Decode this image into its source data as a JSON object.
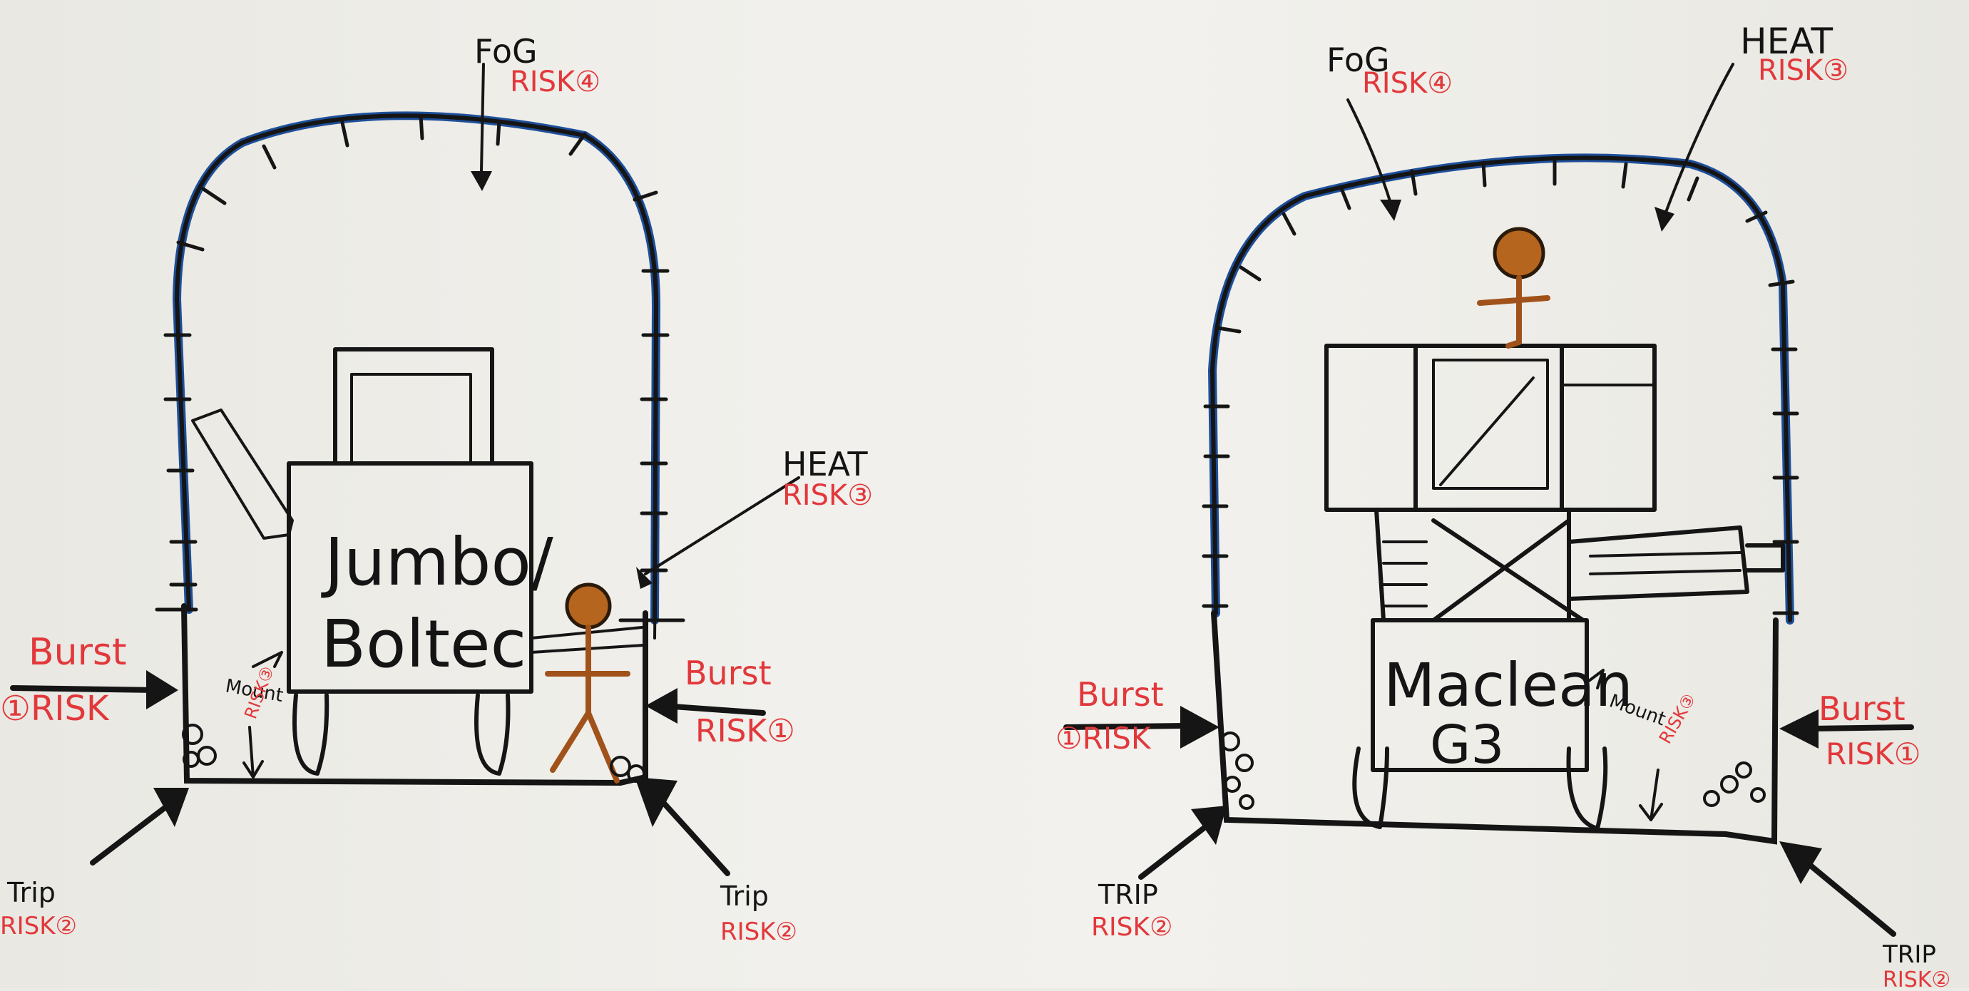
{
  "diagrams": [
    {
      "machine": {
        "line1": "Jumbo/",
        "line2": "Boltec"
      },
      "labels": {
        "fog_title": "FoG",
        "fog_risk": "RISK④",
        "heat_title": "HEAT",
        "heat_risk": "RISK③",
        "burst_left_title": "Burst",
        "burst_left_risk": "①RISK",
        "burst_right_title": "Burst",
        "burst_right_risk": "RISK①",
        "trip_left_title": "Trip",
        "trip_left_risk": "RISK②",
        "trip_right_title": "Trip",
        "trip_right_risk": "RISK②",
        "mount_title": "Mount",
        "mount_risk": "RISK③"
      }
    },
    {
      "machine": {
        "line1": "Maclean",
        "line2": "G3"
      },
      "labels": {
        "fog_title": "FoG",
        "fog_risk": "RISK④",
        "heat_title": "HEAT",
        "heat_risk": "RISK③",
        "burst_left_title": "Burst",
        "burst_left_risk": "①RISK",
        "burst_right_title": "Burst",
        "burst_right_risk": "RISK①",
        "trip_left_title": "TRIP",
        "trip_left_risk": "RISK②",
        "trip_right_title": "TRIP",
        "trip_right_risk": "RISK②",
        "mount_title": "Mount",
        "mount_risk": "RISK③"
      }
    }
  ],
  "colors": {
    "board": "#f1f0ec",
    "ink_black": "#151515",
    "tunnel_blue": "#1e4f9a",
    "risk_red": "#e2383b",
    "person_brown": "#a0521a"
  }
}
